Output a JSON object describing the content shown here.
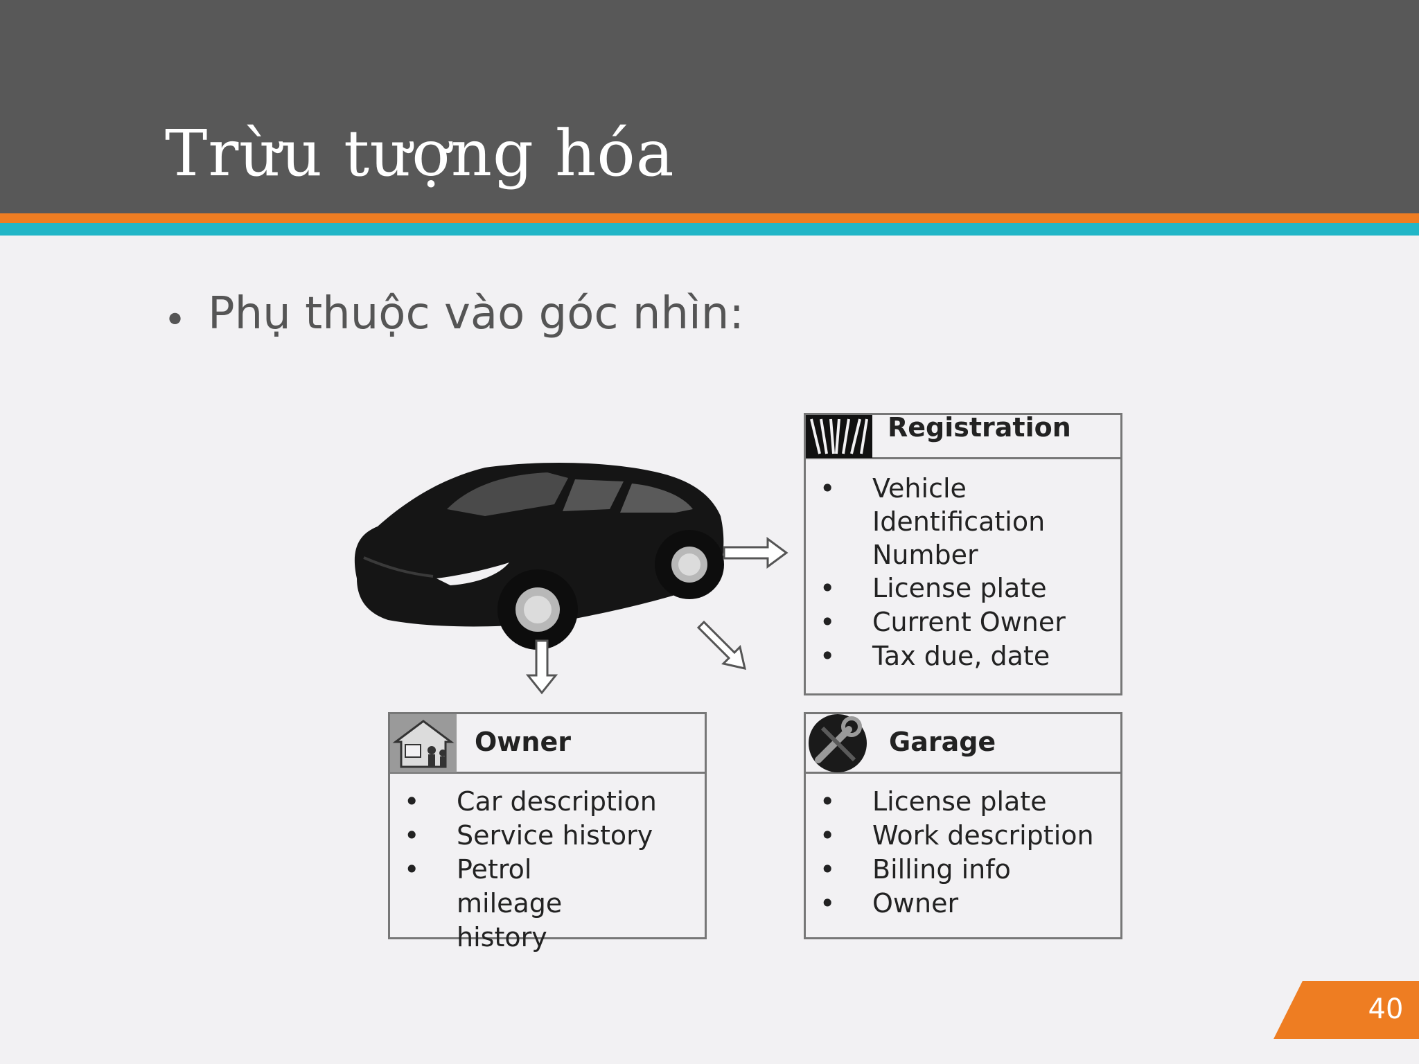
{
  "slide": {
    "title": "Trừu tượng hóa",
    "bullet": "Phụ thuộc vào góc nhìn:",
    "page_number": "40"
  },
  "diagram": {
    "registration": {
      "title": "Registration",
      "icon": "barcode-icon",
      "items": [
        "Vehicle Identification Number",
        "License plate",
        "Current Owner",
        "Tax due, date"
      ]
    },
    "owner": {
      "title": "Owner",
      "icon": "house-family-icon",
      "items": [
        "Car description",
        "Service history",
        "Petrol mileage history"
      ]
    },
    "garage": {
      "title": "Garage",
      "icon": "wrench-icon",
      "items": [
        "License plate",
        "Work description",
        "Billing info",
        "Owner"
      ]
    }
  },
  "colors": {
    "header": "#585858",
    "accent_orange": "#ee7d22",
    "accent_teal": "#22b6c7",
    "background": "#f2f1f3"
  }
}
